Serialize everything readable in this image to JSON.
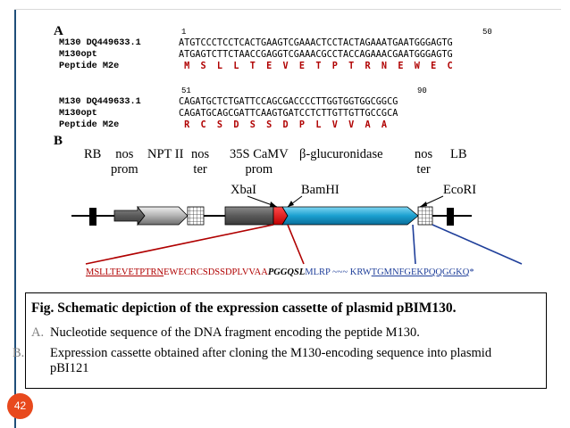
{
  "panel_a_label": "A",
  "panel_b_label": "B",
  "block1": {
    "start_num": "1",
    "end_num": "50",
    "rows": [
      {
        "name": "M130 DQ449633.1",
        "seq": "ATGTCCCTCCTCACTGAAGTCGAAACTCCTACTAGAAATGAATGGGAGTG"
      },
      {
        "name": "M130opt",
        "seq": "ATGAGTCTTCTAACCGAGGTCGAAACGCCTACCAGAAACGAATGGGAGTG"
      },
      {
        "name": "Peptide M2e",
        "seq": " M  S  L  L  T  E  V  E  T  P  T  R  N  E  W  E  C"
      }
    ]
  },
  "block2": {
    "start_num": "51",
    "end_num": "90",
    "rows": [
      {
        "name": "M130 DQ449633.1",
        "seq": "CAGATGCTCTGATTCCAGCGACCCCTTGGTGGTGGCGGCG"
      },
      {
        "name": "M130opt",
        "seq": "CAGATGCAGCGATTCAAGTGATCCTCTTGTTGTTGCCGCA"
      },
      {
        "name": "Peptide M2e",
        "seq": " R  C  S  D  S  S  D  P  L  V  V  A  A"
      }
    ]
  },
  "cassette": {
    "labels": {
      "rb": "RB",
      "nos_prom": "nos\nprom",
      "nptii": "NPT II",
      "nos_ter": "nos\nter",
      "camv": "35S CaMV\nprom",
      "gus": "β-glucuronidase",
      "nos_ter2": "nos\nter",
      "lb": "LB",
      "xbai": "XbaI",
      "bamhi": "BamHI",
      "ecori": "EcoRI"
    },
    "peptide_line": {
      "red_underlined": "MSLLTEVETPTRN",
      "red": "EWECRCSDSSDPLVVAA",
      "italic": "PGGQSL",
      "black": "MLRP ~~~ KRW",
      "blue_underlined": "TGMNFGEKPQQGGKQ",
      "end": "*"
    },
    "colors": {
      "red": "#b00000",
      "blue": "#1f3f9a",
      "gus_blue": "#1aa0d0"
    }
  },
  "caption": {
    "title": "Fig. Schematic depiction of the expression cassette of plasmid pBIM130.",
    "items": [
      {
        "marker": "A.",
        "text": "Nucleotide sequence of the DNA fragment encoding the peptide M130."
      },
      {
        "marker": "B.",
        "text": "Expression cassette obtained after cloning the M130-encoding sequence into plasmid pBI121"
      }
    ]
  },
  "page_number": "42"
}
